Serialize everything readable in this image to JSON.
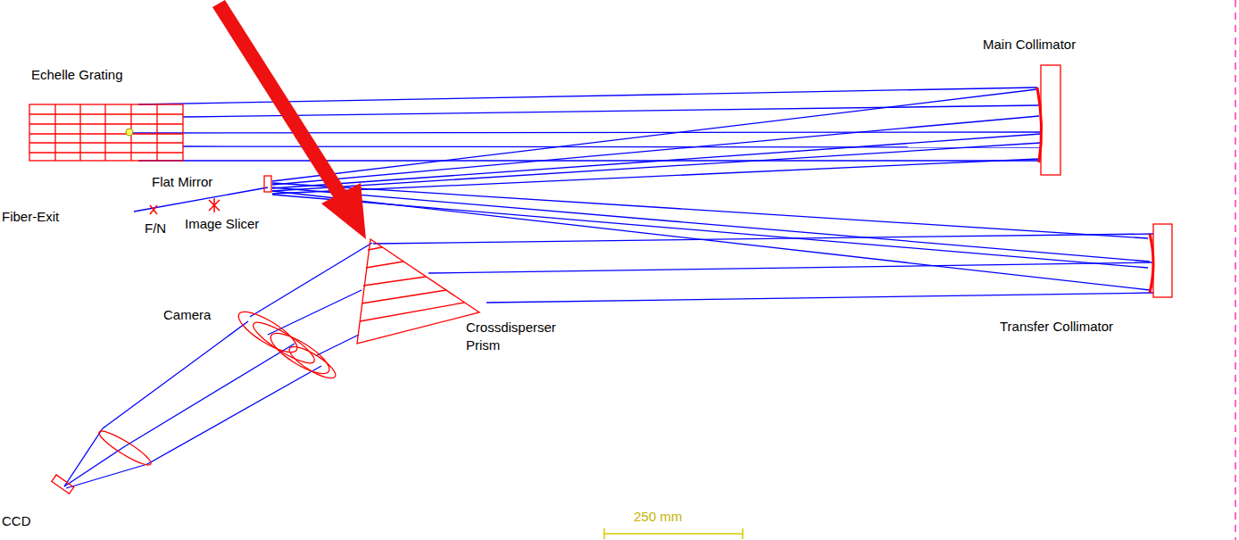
{
  "diagram": {
    "labels": [
      "Main Collimator",
      "Echelle Grating",
      "Flat Mirror",
      "Fiber-Exit",
      "F/N",
      "Image Slicer",
      "Camera",
      "Crossdisperser Prism",
      "Transfer Collimator",
      "CCD",
      "250 mm"
    ]
  }
}
